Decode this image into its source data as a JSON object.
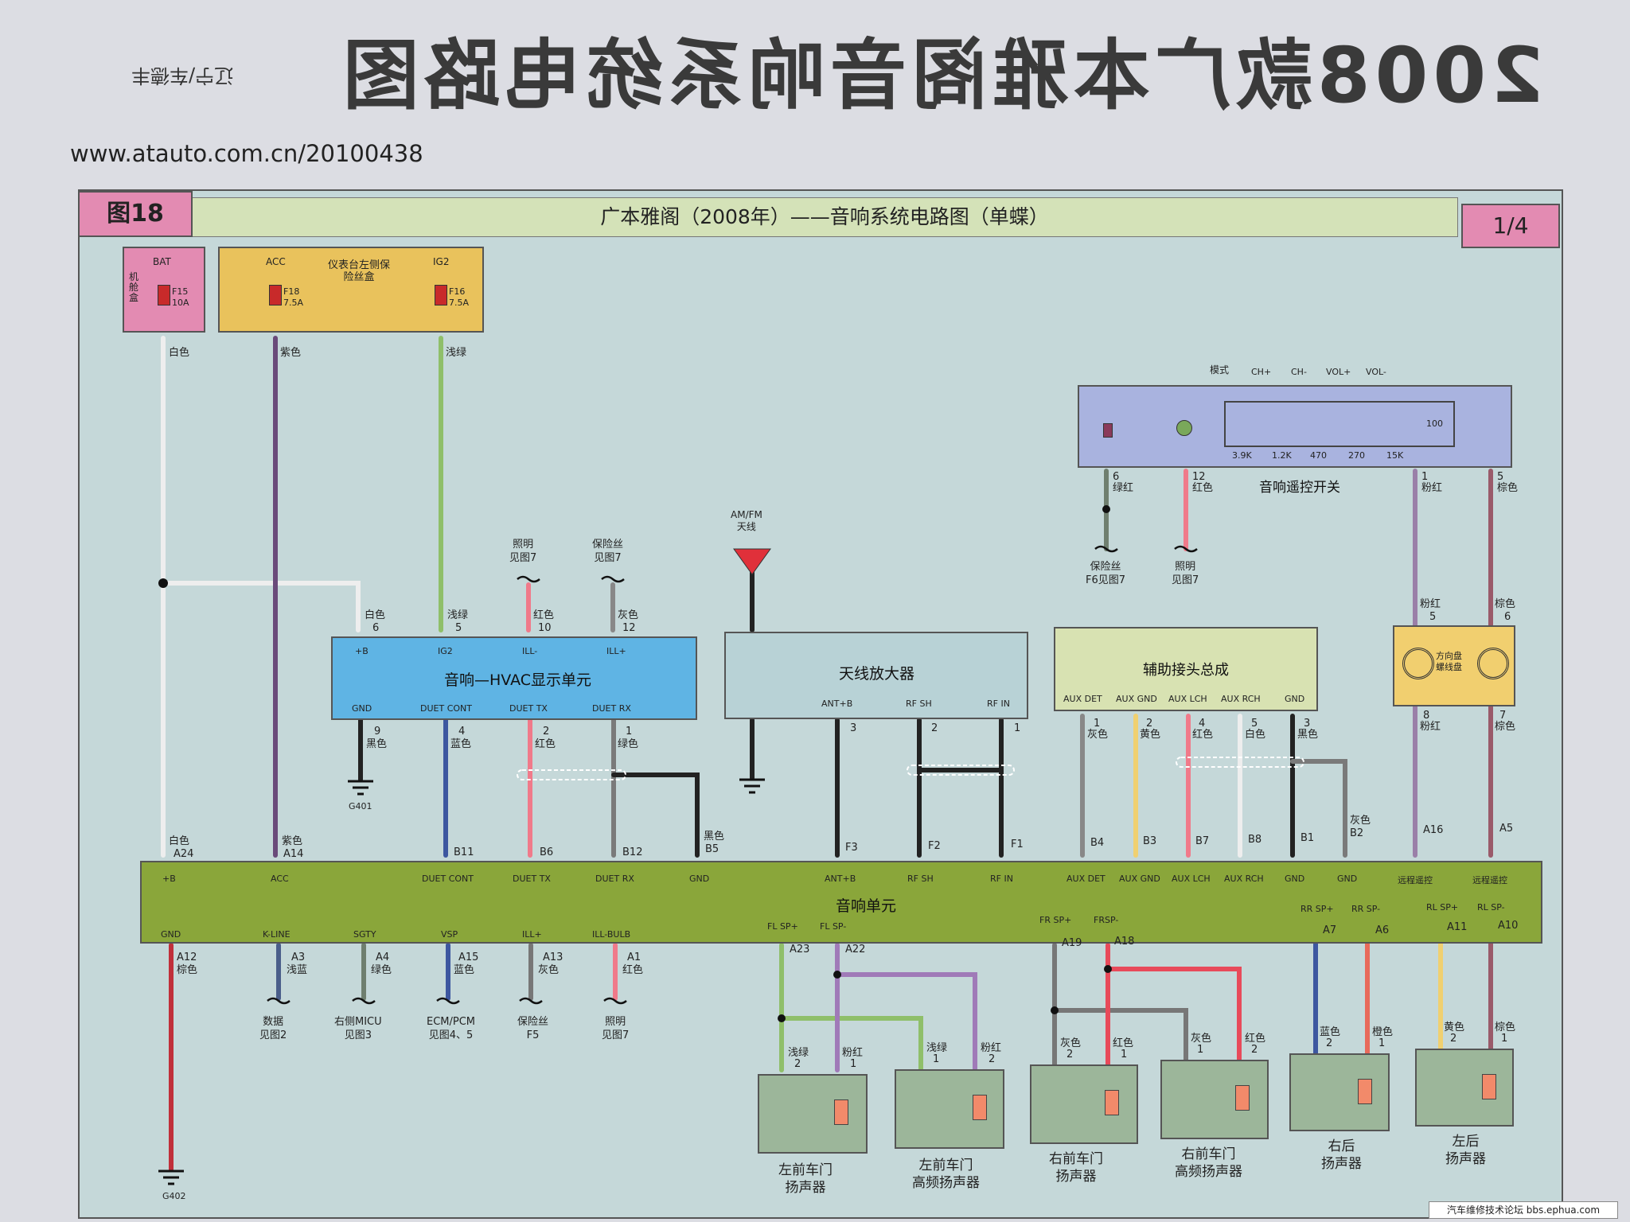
{
  "page": {
    "title": "2008款广本雅阁音响系统电路图",
    "author": "辽宁/车德丰",
    "url": "www.atauto.com.cn/20100438",
    "footer": "汽车维修技术论坛 bbs.ephua.com"
  },
  "sheet": {
    "fig_no": "图18",
    "header": "广本雅阁（2008年）——音响系统电路图（单蝶）",
    "page_no": "1/4"
  },
  "colors": {
    "pink": "#e38bb2",
    "fuse_box": "#e9c25c",
    "hvac": "#5fb4e4",
    "audio_unit": "#8aa63a",
    "remote": "#a9b3df",
    "aux": "#d8e2b2",
    "antenna_amp": "#b8d2d6",
    "speaker": "#9cb69a",
    "clock_spring": "#f1cf6f"
  },
  "fuses": {
    "bat": {
      "label": "BAT",
      "box": "机舱盒",
      "fuse": "F15",
      "rating": "10A",
      "wire": "白色"
    },
    "dash_box": "仪表台左侧保险丝盒",
    "acc": {
      "label": "ACC",
      "fuse": "F18",
      "rating": "7.5A",
      "wire": "紫色"
    },
    "ig2": {
      "label": "IG2",
      "fuse": "F16",
      "rating": "7.5A",
      "wire": "浅绿"
    }
  },
  "hvac": {
    "title": "音响—HVAC显示单元",
    "top_pins": [
      "+B",
      "IG2",
      "ILL-",
      "ILL+"
    ],
    "top_nums": [
      "6",
      "5",
      "10",
      "12"
    ],
    "top_colors": [
      "白色",
      "浅绿",
      "红色",
      "灰色"
    ],
    "bottom_pins": [
      "GND",
      "DUET CONT",
      "DUET TX",
      "DUET RX"
    ],
    "bottom_nums": [
      "9",
      "4",
      "2",
      "1"
    ],
    "bottom_colors": [
      "黑色",
      "蓝色",
      "红色",
      "绿色"
    ],
    "ground": "G401",
    "ref_ill": "照明\n见图7",
    "ref_fuse": "保险丝\n见图7"
  },
  "antenna": {
    "label": "AM/FM\n天线",
    "amp_title": "天线放大器",
    "pins": [
      "ANT+B",
      "RF SH",
      "RF IN"
    ],
    "nums": [
      "3",
      "2",
      "1"
    ]
  },
  "remote": {
    "title": "音响遥控开关",
    "top_labels": [
      "模式",
      "CH+",
      "CH-",
      "VOL+",
      "VOL-"
    ],
    "resistors": [
      "3.9K",
      "1.2K",
      "470",
      "270",
      "15K",
      "100"
    ],
    "pins": [
      "6",
      "12",
      "1",
      "5"
    ],
    "colors": [
      "绿红",
      "红色",
      "粉红",
      "棕色"
    ],
    "ref_fuse": "保险丝\nF6见图7",
    "ref_ill": "照明\n见图7"
  },
  "aux": {
    "title": "辅助接头总成",
    "pins": [
      "AUX DET",
      "AUX GND",
      "AUX LCH",
      "AUX RCH",
      "GND"
    ],
    "nums": [
      "1",
      "2",
      "4",
      "5",
      "3"
    ],
    "colors": [
      "灰色",
      "黄色",
      "红色",
      "白色",
      "黑色"
    ]
  },
  "clock_spring": {
    "title": "方向盘\n螺线盘",
    "top": [
      {
        "num": "5",
        "color": "粉红"
      },
      {
        "num": "6",
        "color": "棕色"
      }
    ],
    "bottom": [
      {
        "num": "8",
        "color": "粉红"
      },
      {
        "num": "7",
        "color": "棕色"
      }
    ]
  },
  "audio_unit": {
    "title": "音响单元",
    "top_pins": [
      "+B",
      "ACC",
      "DUET CONT",
      "DUET TX",
      "DUET RX",
      "GND",
      "ANT+B",
      "RF SH",
      "RF IN",
      "AUX DET",
      "AUX GND",
      "AUX LCH",
      "AUX RCH",
      "GND",
      "GND",
      "远程遥控",
      "远程遥控"
    ],
    "top_nums": [
      "A24",
      "A14",
      "B11",
      "B6",
      "B12",
      "B5",
      "F3",
      "F2",
      "F1",
      "B4",
      "B3",
      "B7",
      "B8",
      "B1",
      "B2",
      "A16",
      "A5"
    ],
    "top_colors": {
      "A24": "白色",
      "A14": "紫色",
      "B5": "黑色",
      "B2": "灰色"
    },
    "bottom_pins": [
      "GND",
      "K-LINE",
      "SGTY",
      "VSP",
      "ILL+",
      "ILL-BULB",
      "FL SP+",
      "FL SP-",
      "FR SP+",
      "FRSP-",
      "RR SP+",
      "RR SP-",
      "RL SP+",
      "RL SP-"
    ],
    "bottom_nums": [
      "A12",
      "A3",
      "A4",
      "A15",
      "A13",
      "A1",
      "A23",
      "A22",
      "A19",
      "A18",
      "A7",
      "A6",
      "A11",
      "A10"
    ],
    "bottom_colors": [
      "棕色",
      "浅蓝",
      "绿色",
      "蓝色",
      "灰色",
      "红色"
    ],
    "ground": "G402",
    "refs": [
      "数据\n见图2",
      "右侧MICU\n见图3",
      "ECM/PCM\n见图4、5",
      "保险丝\nF5",
      "照明\n见图7"
    ]
  },
  "speakers": [
    {
      "name": "左前车门\n扬声器",
      "pins": [
        "2",
        "1"
      ],
      "colors": [
        "浅绿",
        "粉红"
      ]
    },
    {
      "name": "左前车门\n高频扬声器",
      "pins": [
        "1",
        "2"
      ],
      "colors": [
        "浅绿",
        "粉红"
      ]
    },
    {
      "name": "右前车门\n扬声器",
      "pins": [
        "2",
        "1"
      ],
      "colors": [
        "灰色",
        "红色"
      ]
    },
    {
      "name": "右前车门\n高频扬声器",
      "pins": [
        "1",
        "2"
      ],
      "colors": [
        "灰色",
        "红色"
      ]
    },
    {
      "name": "右后\n扬声器",
      "pins": [
        "2",
        "1"
      ],
      "colors": [
        "蓝色",
        "橙色"
      ]
    },
    {
      "name": "左后\n扬声器",
      "pins": [
        "2",
        "1"
      ],
      "colors": [
        "黄色",
        "棕色"
      ]
    }
  ]
}
